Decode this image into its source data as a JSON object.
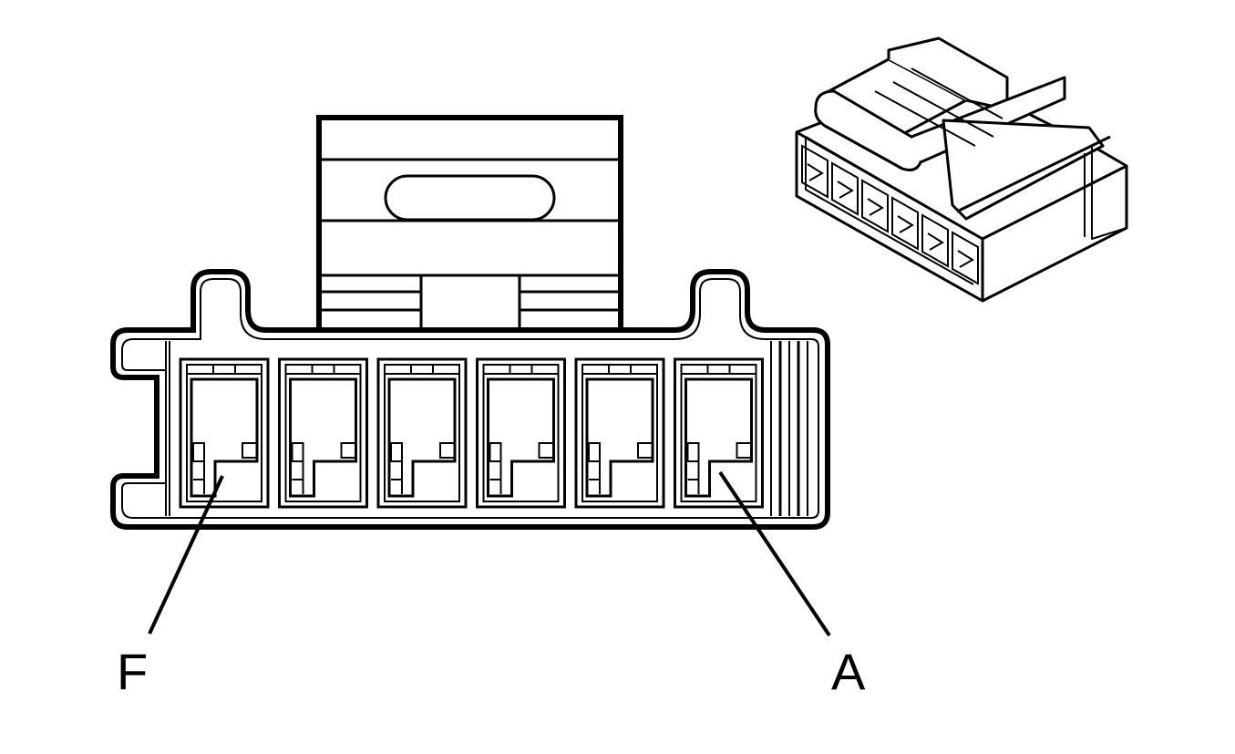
{
  "labels": {
    "left_pin": "F",
    "right_pin": "A"
  },
  "connector": {
    "cavity_count": 6
  },
  "colors": {
    "ink": "#000000",
    "paper": "#ffffff"
  }
}
